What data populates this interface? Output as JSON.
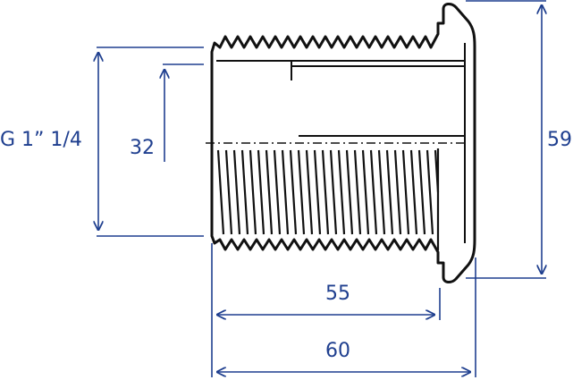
{
  "colors": {
    "dimension": "#1f3f8f",
    "outline": "#111111"
  },
  "dimensions": {
    "thread": "G 1” 1/4",
    "bore": "32",
    "flange_diameter": "59",
    "thread_length": "55",
    "overall_length": "60"
  }
}
